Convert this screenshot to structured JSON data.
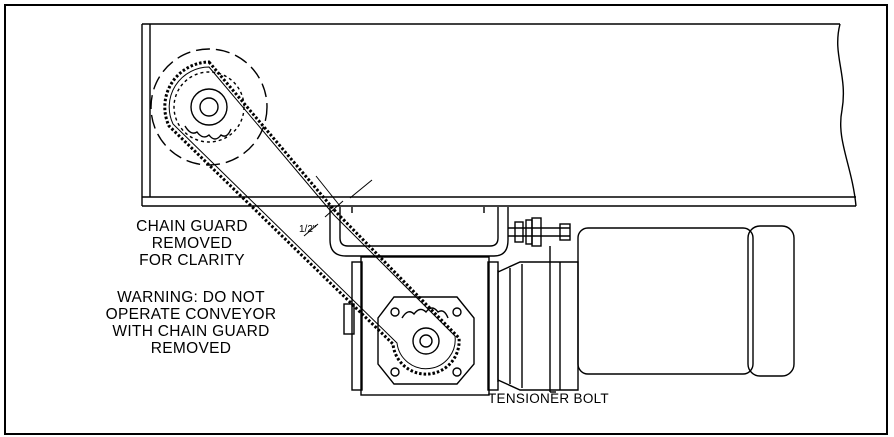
{
  "notes": {
    "guard": [
      "CHAIN GUARD",
      "REMOVED",
      "FOR CLARITY"
    ],
    "warning": [
      "WARNING:  DO NOT",
      "OPERATE CONVEYOR",
      "WITH CHAIN GUARD",
      "REMOVED"
    ]
  },
  "labels": {
    "tensioner": "TENSIONER BOLT",
    "dimension": "1/2\""
  },
  "colors": {
    "line": "#000000",
    "background": "#ffffff"
  }
}
